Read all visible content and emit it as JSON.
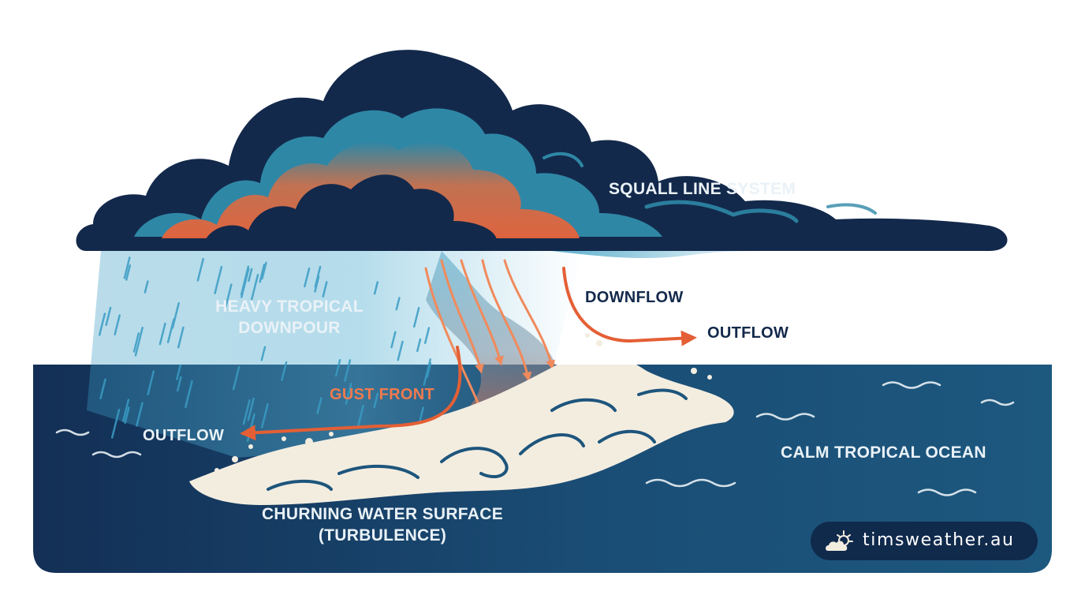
{
  "labels": {
    "squall_line": "SQUALL LINE SYSTEM",
    "heavy_rain_1": "HEAVY TROPICAL",
    "heavy_rain_2": "DOWNPOUR",
    "downflow": "DOWNFLOW",
    "outflow_right": "OUTFLOW",
    "gust_front": "GUST FRONT",
    "outflow_left": "OUTFLOW",
    "calm_ocean": "CALM TROPICAL OCEAN",
    "churning_1": "CHURNING WATER SURFACE",
    "churning_2": "(TURBULENCE)"
  },
  "badge": {
    "text": "timsweather.au",
    "icon": "sun-behind-cloud-icon"
  },
  "colors": {
    "cloud_navy": "#13294b",
    "cloud_teal": "#2f87a6",
    "cloud_orange": "#e8623a",
    "ocean_dark": "#132f55",
    "ocean_mid": "#1d557c",
    "rain_blue": "#3a9cc4",
    "foam": "#f3ede0",
    "arrow_orange": "#e45f35",
    "label_light": "#eaf2f7",
    "label_dark": "#13294b",
    "label_orange": "#f07a4e",
    "badge_bg": "#102a4c",
    "badge_text": "#ffffff"
  }
}
